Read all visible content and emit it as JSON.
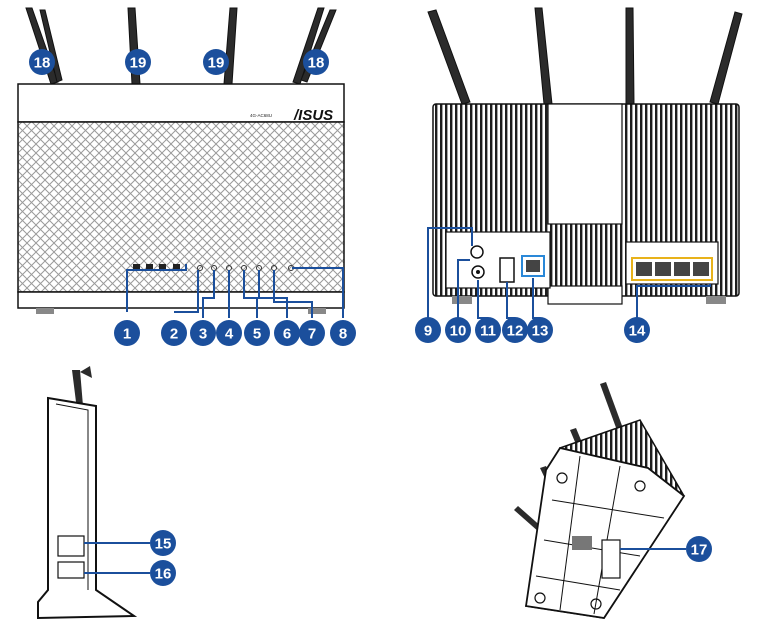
{
  "brand": {
    "logo_text": "/ISUS",
    "model_text": "4G-AC68U"
  },
  "callouts": [
    {
      "id": "c1",
      "label": "1"
    },
    {
      "id": "c2",
      "label": "2"
    },
    {
      "id": "c3",
      "label": "3"
    },
    {
      "id": "c4",
      "label": "4"
    },
    {
      "id": "c5",
      "label": "5"
    },
    {
      "id": "c6",
      "label": "6"
    },
    {
      "id": "c7",
      "label": "7"
    },
    {
      "id": "c8",
      "label": "8"
    },
    {
      "id": "c9",
      "label": "9"
    },
    {
      "id": "c10",
      "label": "10"
    },
    {
      "id": "c11",
      "label": "11"
    },
    {
      "id": "c12",
      "label": "12"
    },
    {
      "id": "c13",
      "label": "13"
    },
    {
      "id": "c14",
      "label": "14"
    },
    {
      "id": "c15",
      "label": "15"
    },
    {
      "id": "c16",
      "label": "16"
    },
    {
      "id": "c17",
      "label": "17"
    },
    {
      "id": "c18a",
      "label": "18"
    },
    {
      "id": "c18b",
      "label": "18"
    },
    {
      "id": "c19a",
      "label": "19"
    },
    {
      "id": "c19b",
      "label": "19"
    }
  ],
  "colors": {
    "callout": "#1b4f9c",
    "lan_highlight": "#e8b21a",
    "port_highlight": "#2a88d8",
    "body": "#222222"
  }
}
